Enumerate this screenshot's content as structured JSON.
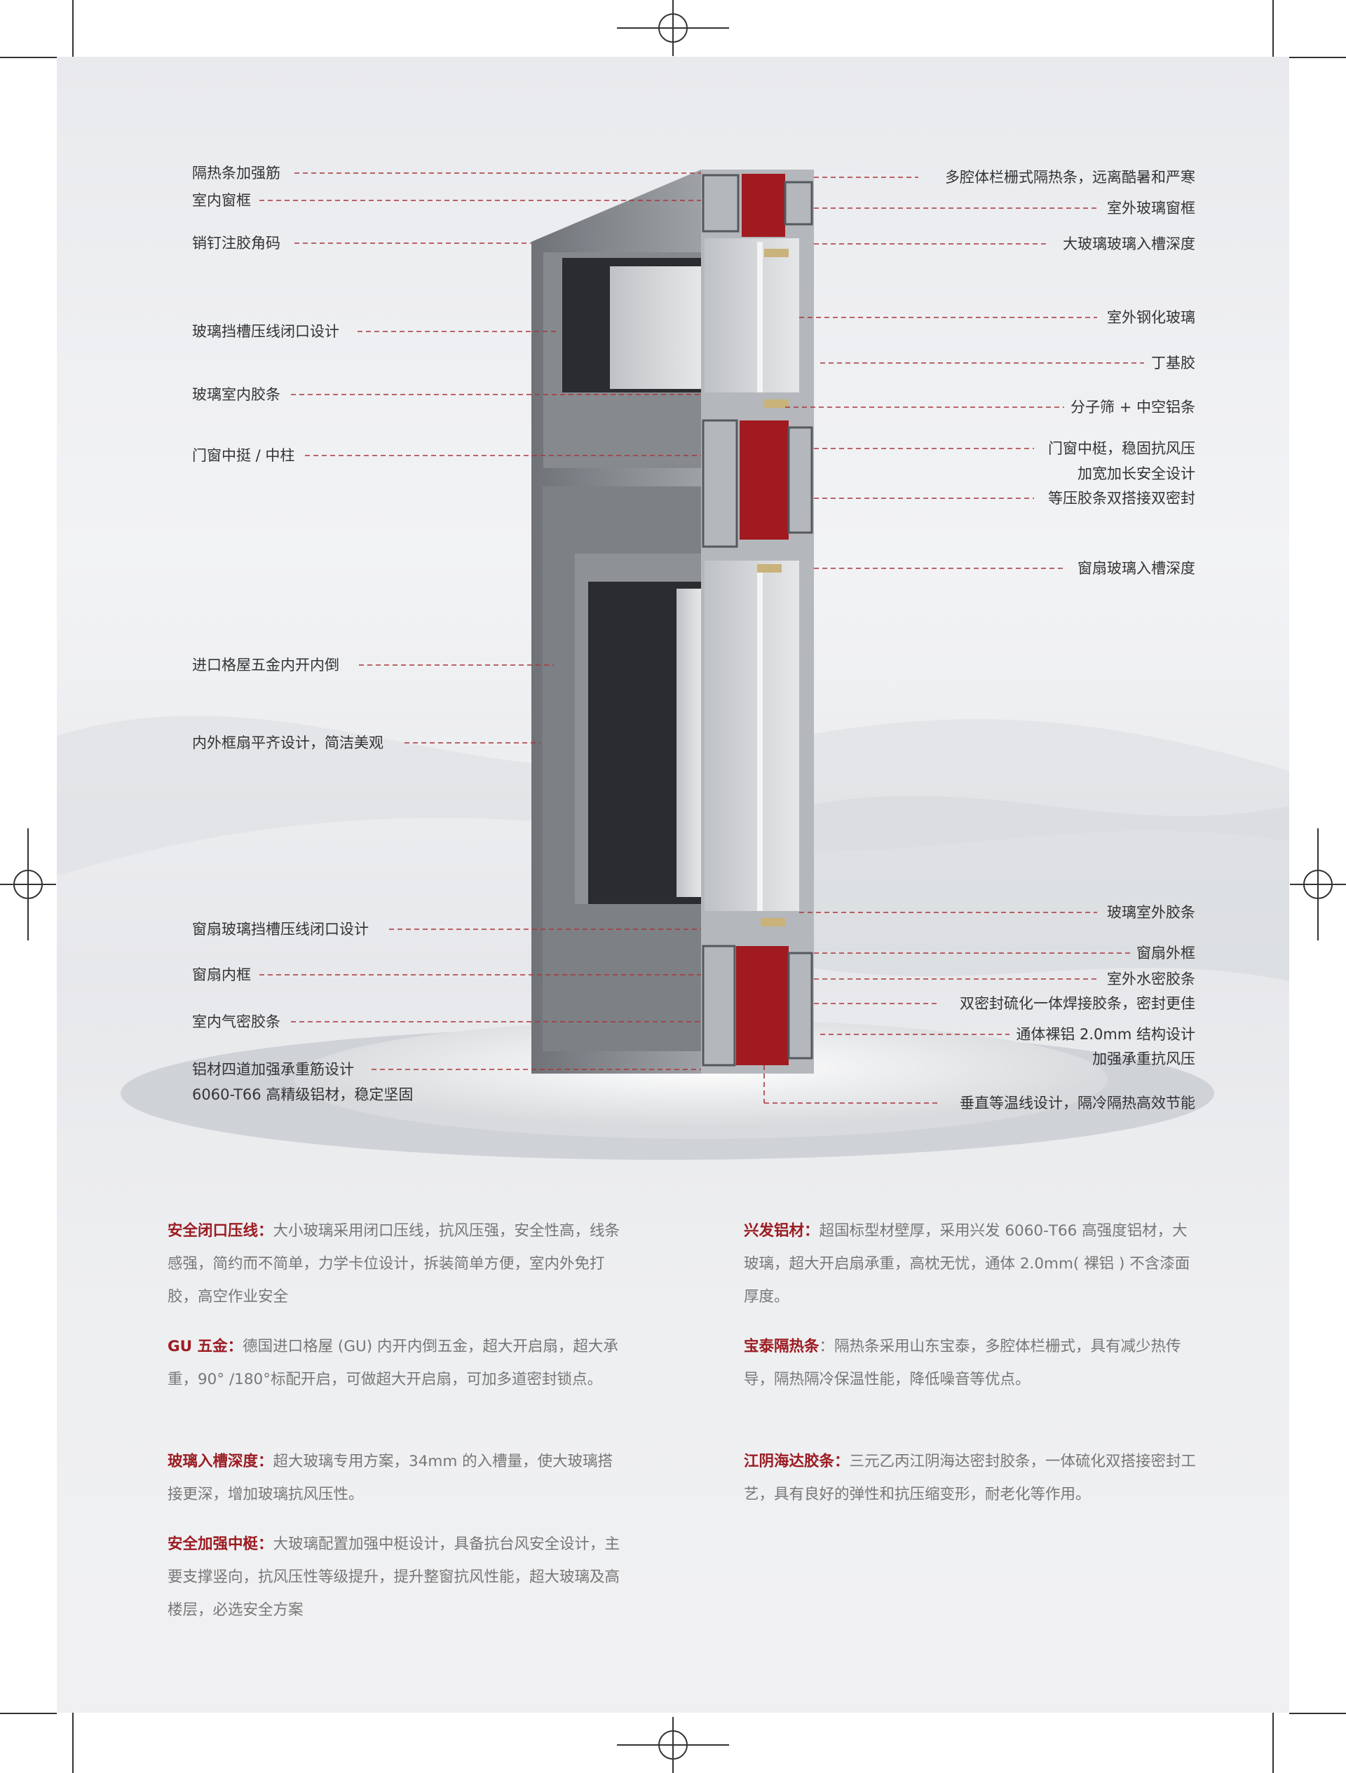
{
  "left_labels": [
    "隔热条加强筋",
    "室内窗框",
    "销钉注胶角码",
    "玻璃挡槽压线闭口设计",
    "玻璃室内胶条",
    "门窗中挺 / 中柱",
    "进口格屋五金内开内倒",
    "内外框扇平齐设计，简洁美观",
    "窗扇玻璃挡槽压线闭口设计",
    "窗扇内框",
    "室内气密胶条",
    "铝材四道加强承重筋设计",
    "6060-T66 高精级铝材，稳定坚固"
  ],
  "right_labels": [
    "多腔体栏栅式隔热条，远离酷暑和严寒",
    "室外玻璃窗框",
    "大玻璃玻璃入槽深度",
    "室外钢化玻璃",
    "丁基胶",
    "分子筛 + 中空铝条",
    "门窗中梃，稳固抗风压",
    "加宽加长安全设计",
    "等压胶条双搭接双密封",
    "窗扇玻璃入槽深度",
    "玻璃室外胶条",
    "窗扇外框",
    "室外水密胶条",
    "双密封硫化一体焊接胶条，密封更佳",
    "通体裸铝 2.0mm 结构设计",
    "加强承重抗风压",
    "垂直等温线设计，隔冷隔热高效节能"
  ],
  "features_left": [
    {
      "title": "安全闭口压线：",
      "text": "大小玻璃采用闭口压线，抗风压强，安全性高，线条感强，简约而不简单，力学卡位设计，拆装简单方便，室内外免打胶，高空作业安全"
    },
    {
      "title": "GU 五金：",
      "text": "德国进口格屋 (GU) 内开内倒五金，超大开启扇，超大承重，90° /180°标配开启，可做超大开启扇，可加多道密封锁点。"
    },
    {
      "title": "玻璃入槽深度：",
      "text": "超大玻璃专用方案，34mm 的入槽量，使大玻璃搭接更深，增加玻璃抗风压性。"
    },
    {
      "title": "安全加强中梃：",
      "text": "大玻璃配置加强中梃设计，具备抗台风安全设计，主要支撑竖向，抗风压性等级提升，提升整窗抗风性能，超大玻璃及高楼层，必选安全方案"
    }
  ],
  "features_right": [
    {
      "title": "兴发铝材：",
      "text": "超国标型材壁厚，采用兴发 6060-T66 高强度铝材，大玻璃，超大开启扇承重，高枕无忧，通体 2.0mm( 裸铝 ) 不含漆面厚度。"
    },
    {
      "title": "宝泰隔热条",
      "sep": "：",
      "text": "隔热条采用山东宝泰，多腔体栏栅式，具有减少热传导，隔热隔冷保温性能，降低噪音等优点。"
    },
    {
      "title": "江阴海达胶条：",
      "text": "三元乙丙江阴海达密封胶条，一体硫化双搭接密封工艺，具有良好的弹性和抗压缩变形，耐老化等作用。"
    }
  ],
  "colors": {
    "accent": "#9b1c22",
    "leader": "#a8353b",
    "profile": "#8a8d92"
  }
}
